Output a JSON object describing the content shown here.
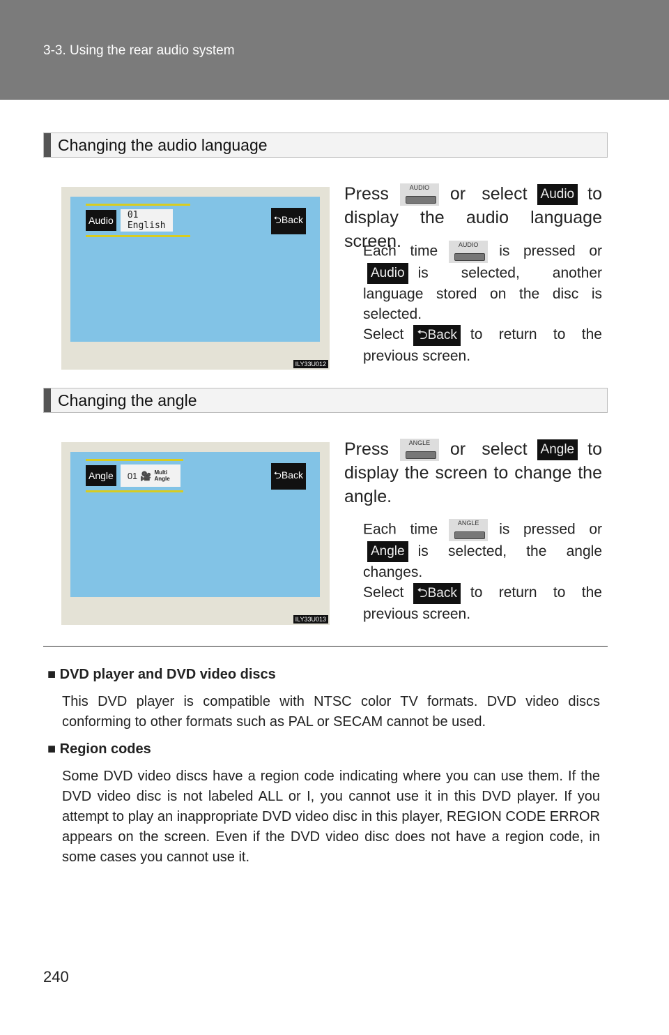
{
  "header": {
    "title": "3-3. Using the rear audio system"
  },
  "sections": [
    {
      "heading": "Changing the audio language",
      "screen": {
        "label": "Audio",
        "value_line1": "01",
        "value_line2": "English",
        "back": "Back",
        "code": "ILY33U012"
      },
      "press": "Press",
      "button_label": "AUDIO",
      "or_select": "or select",
      "select_label": "Audio",
      "to": "to",
      "main_rest": "display the audio language screen.",
      "each_time": "Each time",
      "is_pressed_or": "is pressed or",
      "sub_rest": "is selected, another language stored on the disc is selected.",
      "select": "Select",
      "back_label": "Back",
      "return": "to return to the previous screen."
    },
    {
      "heading": "Changing the angle",
      "screen": {
        "label": "Angle",
        "value_line1": "01",
        "value_line2": "Multi Angle",
        "back": "Back",
        "code": "ILY33U013"
      },
      "press": "Press",
      "button_label": "ANGLE",
      "or_select": "or select",
      "select_label": "Angle",
      "to": "to",
      "main_rest": "display the screen to change the angle.",
      "each_time": "Each time",
      "is_pressed_or": "is pressed or",
      "sub_rest": "is selected, the angle changes.",
      "select": "Select",
      "back_label": "Back",
      "return": "to return to the previous screen."
    }
  ],
  "notes": [
    {
      "heading": "DVD player and DVD video discs",
      "body": "This DVD player is compatible with NTSC color TV formats. DVD video discs conforming to other formats such as PAL or SECAM cannot be used."
    },
    {
      "heading": "Region codes",
      "body": "Some DVD video discs have a region code indicating where you can use them. If the DVD video disc is not labeled ALL or I, you cannot use it in this DVD player. If you attempt to play an inappropriate DVD video disc in this player, REGION CODE ERROR appears on the screen. Even if the DVD video disc does not have a region code, in some cases you cannot use it."
    }
  ],
  "page_number": "240"
}
